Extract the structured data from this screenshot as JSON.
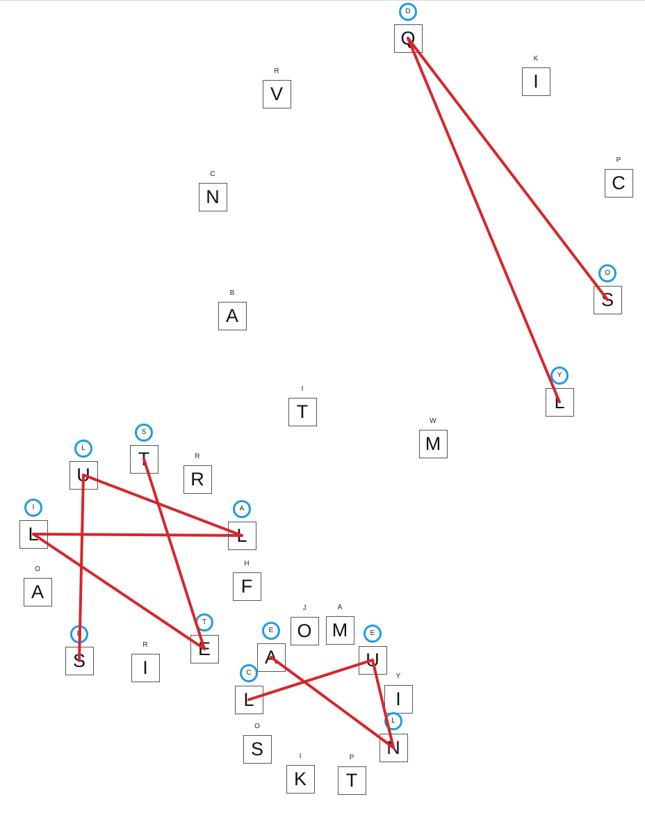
{
  "tiles": [
    {
      "id": "t-q",
      "letter": "Q",
      "hint": "D",
      "circled": true
    },
    {
      "id": "t-i1",
      "letter": "I",
      "hint": "K",
      "circled": false
    },
    {
      "id": "t-v",
      "letter": "V",
      "hint": "R",
      "circled": false
    },
    {
      "id": "t-c",
      "letter": "C",
      "hint": "P",
      "circled": false
    },
    {
      "id": "t-n1",
      "letter": "N",
      "hint": "C",
      "circled": false
    },
    {
      "id": "t-s1",
      "letter": "S",
      "hint": "O",
      "circled": true
    },
    {
      "id": "t-a1",
      "letter": "A",
      "hint": "B",
      "circled": false
    },
    {
      "id": "t-l1",
      "letter": "L",
      "hint": "Y",
      "circled": true
    },
    {
      "id": "t-t1",
      "letter": "T",
      "hint": "I",
      "circled": false
    },
    {
      "id": "t-m1",
      "letter": "M",
      "hint": "W",
      "circled": false
    },
    {
      "id": "t-u1",
      "letter": "U",
      "hint": "L",
      "circled": true
    },
    {
      "id": "t-t2",
      "letter": "T",
      "hint": "S",
      "circled": true
    },
    {
      "id": "t-r",
      "letter": "R",
      "hint": "R",
      "circled": false
    },
    {
      "id": "t-l2",
      "letter": "L",
      "hint": "I",
      "circled": true
    },
    {
      "id": "t-l3",
      "letter": "L",
      "hint": "A",
      "circled": true
    },
    {
      "id": "t-a2",
      "letter": "A",
      "hint": "O",
      "circled": false
    },
    {
      "id": "t-f",
      "letter": "F",
      "hint": "H",
      "circled": false
    },
    {
      "id": "t-s2",
      "letter": "S",
      "hint": "B",
      "circled": true
    },
    {
      "id": "t-i2",
      "letter": "I",
      "hint": "R",
      "circled": false
    },
    {
      "id": "t-e1",
      "letter": "E",
      "hint": "T",
      "circled": true
    },
    {
      "id": "t-o",
      "letter": "O",
      "hint": "J",
      "circled": false
    },
    {
      "id": "t-m2",
      "letter": "M",
      "hint": "A",
      "circled": false
    },
    {
      "id": "t-a3",
      "letter": "A",
      "hint": "E",
      "circled": true
    },
    {
      "id": "t-u2",
      "letter": "U",
      "hint": "E",
      "circled": true
    },
    {
      "id": "t-l4",
      "letter": "L",
      "hint": "C",
      "circled": true
    },
    {
      "id": "t-i3",
      "letter": "I",
      "hint": "Y",
      "circled": false
    },
    {
      "id": "t-n2",
      "letter": "N",
      "hint": "L",
      "circled": true
    },
    {
      "id": "t-s3",
      "letter": "S",
      "hint": "O",
      "circled": false
    },
    {
      "id": "t-k",
      "letter": "K",
      "hint": "I",
      "circled": false
    },
    {
      "id": "t-t3",
      "letter": "T",
      "hint": "P",
      "circled": false
    }
  ],
  "connections": [
    [
      "t-q",
      "t-s1"
    ],
    [
      "t-q",
      "t-l1"
    ],
    [
      "t-u1",
      "t-l3"
    ],
    [
      "t-l2",
      "t-l3"
    ],
    [
      "t-u1",
      "t-s2"
    ],
    [
      "t-l2",
      "t-e1"
    ],
    [
      "t-t2",
      "t-e1"
    ],
    [
      "t-a3",
      "t-n2"
    ],
    [
      "t-l4",
      "t-u2"
    ],
    [
      "t-u2",
      "t-n2"
    ]
  ],
  "colors": {
    "line": "#d7262c",
    "circle": "#1e9be0",
    "tile_border": "#555555"
  }
}
